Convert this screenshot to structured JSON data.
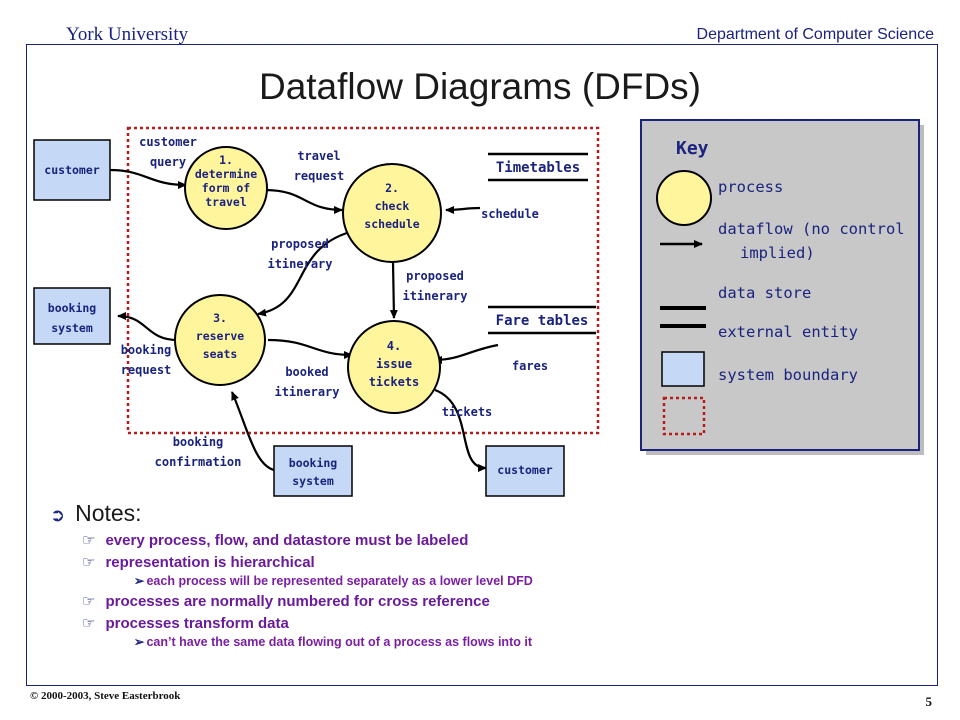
{
  "header": {
    "left": "York University",
    "right": "Department of Computer Science",
    "title": "Dataflow Diagrams (DFDs)"
  },
  "footer": {
    "copyright": "© 2000-2003, Steve Easterbrook",
    "page": "5"
  },
  "diagram": {
    "processes": [
      {
        "lines": [
          "1.",
          "determine",
          "form of",
          "travel"
        ]
      },
      {
        "lines": [
          "2.",
          "check",
          "schedule"
        ]
      },
      {
        "lines": [
          "3.",
          "reserve",
          "seats"
        ]
      },
      {
        "lines": [
          "4.",
          "issue",
          "tickets"
        ]
      }
    ],
    "entities": [
      {
        "lines": [
          "customer"
        ]
      },
      {
        "lines": [
          "booking",
          "system"
        ]
      },
      {
        "lines": [
          "booking",
          "system"
        ]
      },
      {
        "lines": [
          "customer"
        ]
      }
    ],
    "stores": [
      "Timetables",
      "Fare tables"
    ],
    "flows": [
      {
        "lines": [
          "customer",
          "query"
        ]
      },
      {
        "lines": [
          "travel",
          "request"
        ]
      },
      {
        "lines": [
          "schedule"
        ]
      },
      {
        "lines": [
          "proposed",
          "itinerary"
        ]
      },
      {
        "lines": [
          "proposed",
          "itinerary"
        ]
      },
      {
        "lines": [
          "booking",
          "request"
        ]
      },
      {
        "lines": [
          "booked",
          "itinerary"
        ]
      },
      {
        "lines": [
          "fares"
        ]
      },
      {
        "lines": [
          "tickets"
        ]
      },
      {
        "lines": [
          "booking",
          "confirmation"
        ]
      }
    ]
  },
  "key": {
    "title": "Key",
    "items": [
      {
        "lines": [
          "process"
        ]
      },
      {
        "lines": [
          "dataflow (no control",
          "implied)"
        ]
      },
      {
        "lines": [
          "data store"
        ]
      },
      {
        "lines": [
          "external entity"
        ]
      },
      {
        "lines": [
          "system boundary"
        ]
      }
    ]
  },
  "notes": {
    "heading": "Notes:",
    "items": [
      "every process, flow, and datastore must be labeled",
      "representation is hierarchical",
      "processes are normally numbered for cross reference",
      "processes transform data"
    ],
    "subitems": [
      "each process will be represented separately as a lower level DFD",
      "can’t have the same data flowing out of a process as flows into it"
    ]
  },
  "colors": {
    "process_fill": "#fff59d",
    "entity_fill": "#c5d8f5",
    "navy": "#1a237e",
    "boundary_red": "#b71c1c",
    "notes_purple": "#6a1b9a"
  }
}
